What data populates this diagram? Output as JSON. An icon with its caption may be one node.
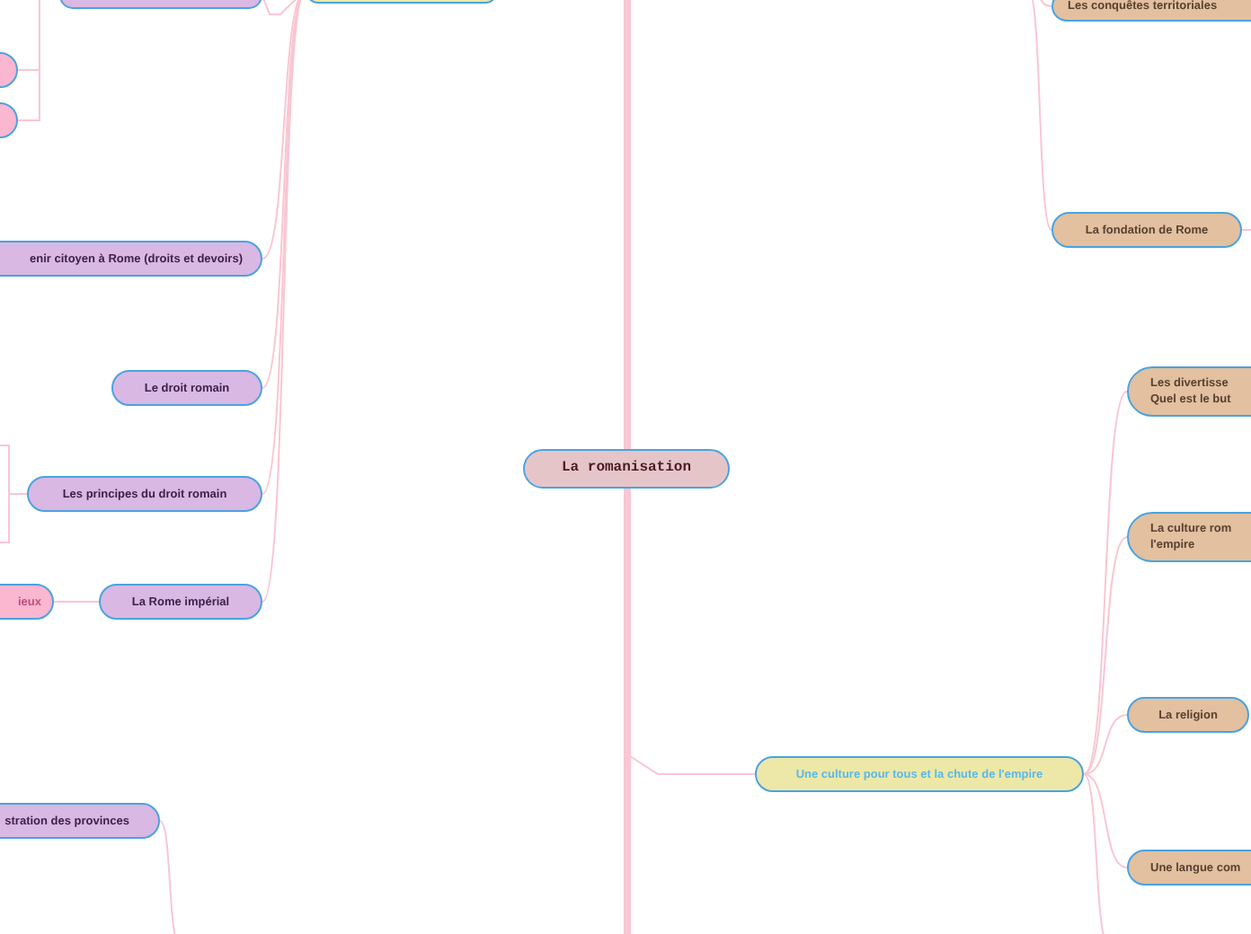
{
  "diagram": {
    "nodes": [
      {
        "text": [
          "La romanisation"
        ]
      },
      {
        "text": [],
        "shape": "box"
      },
      {
        "text": [],
        "shape": "box"
      },
      {
        "text": [],
        "shape": "box"
      },
      {
        "text": [],
        "shape": "box"
      },
      {
        "text": [
          "enir citoyen à Rome (droits et devoirs)"
        ]
      },
      {
        "text": [
          "Le droit romain"
        ]
      },
      {
        "text": [
          "Les principes du droit romain"
        ]
      },
      {
        "text": [
          "ieux"
        ]
      },
      {
        "text": [
          "La Rome impérial"
        ]
      },
      {
        "text": [
          "stration des provinces"
        ]
      },
      {
        "text": [
          "Une culture pour tous et la chute de l'empire"
        ]
      },
      {
        "text": [
          "Les conquêtes territoriales"
        ]
      },
      {
        "text": [
          "La fondation de Rome"
        ]
      },
      {
        "text": [
          "Les divertisse Quel est le but"
        ]
      },
      {
        "text": [
          "La culture rom l'empire"
        ]
      },
      {
        "text": [
          "La religion"
        ]
      },
      {
        "text": [
          "Une langue com"
        ]
      }
    ],
    "edges": [
      {
        "from": 0,
        "to": null,
        "arrow": "none",
        "style": "thick"
      },
      {
        "from": 0,
        "to": null,
        "arrow": "none",
        "style": "thick"
      },
      {
        "from": 0,
        "to": 11,
        "arrow": "none"
      },
      {
        "from": 1,
        "to": 2,
        "arrow": "none"
      },
      {
        "from": 1,
        "to": 5,
        "arrow": "none"
      },
      {
        "from": 1,
        "to": 6,
        "arrow": "none"
      },
      {
        "from": 1,
        "to": 7,
        "arrow": "none"
      },
      {
        "from": 1,
        "to": 9,
        "arrow": "none"
      },
      {
        "from": 2,
        "to": 3,
        "arrow": "none"
      },
      {
        "from": 2,
        "to": 4,
        "arrow": "none"
      },
      {
        "from": 7,
        "to": null,
        "arrow": "none"
      },
      {
        "from": 7,
        "to": null,
        "arrow": "none"
      },
      {
        "from": 9,
        "to": 8,
        "arrow": "none"
      },
      {
        "from": null,
        "to": 10,
        "arrow": "none"
      },
      {
        "from": null,
        "to": 12,
        "arrow": "none"
      },
      {
        "from": null,
        "to": 13,
        "arrow": "none"
      },
      {
        "from": 13,
        "to": null,
        "arrow": "none"
      },
      {
        "from": 11,
        "to": 14,
        "arrow": "none"
      },
      {
        "from": 11,
        "to": 15,
        "arrow": "none"
      },
      {
        "from": 11,
        "to": 16,
        "arrow": "none"
      },
      {
        "from": 11,
        "to": 17,
        "arrow": "none"
      },
      {
        "from": 11,
        "to": null,
        "arrow": "none"
      }
    ]
  }
}
